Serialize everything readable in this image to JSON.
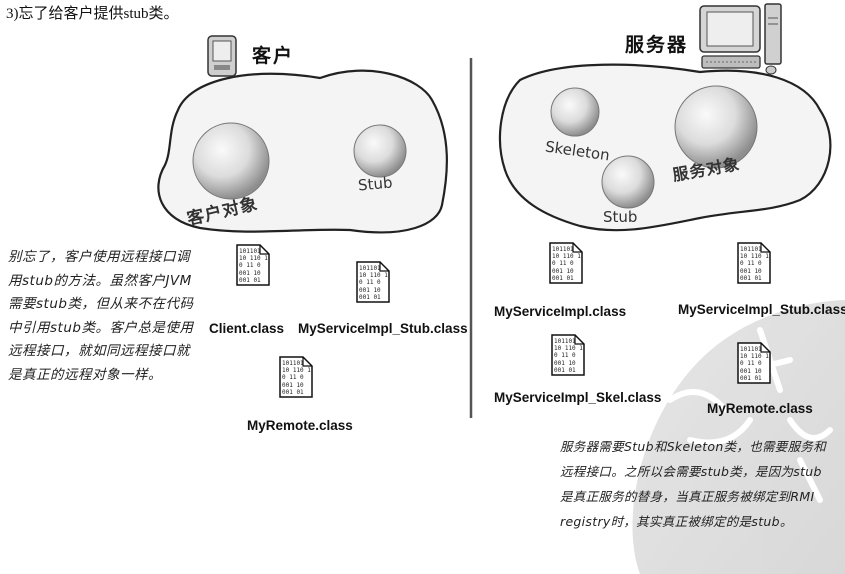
{
  "heading": "3)忘了给客户提供stub类。",
  "client": {
    "title": "客户",
    "blob_labels": {
      "object": "客户对象",
      "stub": "Stub"
    }
  },
  "server": {
    "title": "服务器",
    "blob_labels": {
      "skeleton": "Skeleton",
      "stub": "Stub",
      "object": "服务对象"
    }
  },
  "binary_text": "101101\n10 110 1\n0 11 0\n001 10\n001 01",
  "files": {
    "client_class": "Client.class",
    "client_stub": "MyServiceImpl_Stub.class",
    "client_remote": "MyRemote.class",
    "server_impl": "MyServiceImpl.class",
    "server_stub": "MyServiceImpl_Stub.class",
    "server_skel": "MyServiceImpl_Skel.class",
    "server_remote": "MyRemote.class"
  },
  "notes": {
    "left": "别忘了，客户使用远程接口调用stub的方法。虽然客户JVM需要stub类，但从来不在代码中引用stub类。客户总是使用远程接口，就如同远程接口就是真正的远程对象一样。",
    "right": "服务器需要Stub和Skeleton类，也需要服务和远程接口。之所以会需要stub类，是因为stub是真正服务的替身，当真正服务被绑定到RMI registry时，其实真正被绑定的是stub。"
  }
}
